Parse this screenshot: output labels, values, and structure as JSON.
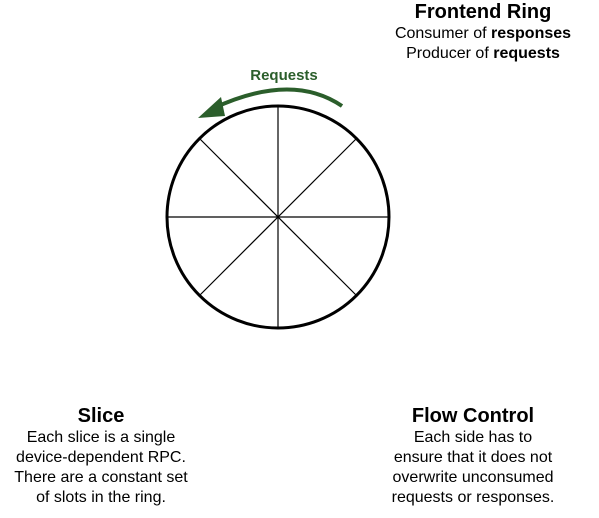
{
  "frontend": {
    "title": "Frontend Ring",
    "line1_prefix": "Consumer of ",
    "line1_bold": "responses",
    "line2_prefix": "Producer of ",
    "line2_bold": "requests"
  },
  "arrow": {
    "label": "Requests",
    "color": "#2b5e2b"
  },
  "slice": {
    "title": "Slice",
    "lines": [
      "Each slice is a single",
      "device-dependent RPC.",
      "There are a constant set",
      "of slots in the ring."
    ]
  },
  "flow_control": {
    "title": "Flow Control",
    "lines": [
      "Each side has to",
      "ensure that it does not",
      "overwrite unconsumed",
      "requests or responses."
    ]
  },
  "ring": {
    "slices": 8
  }
}
